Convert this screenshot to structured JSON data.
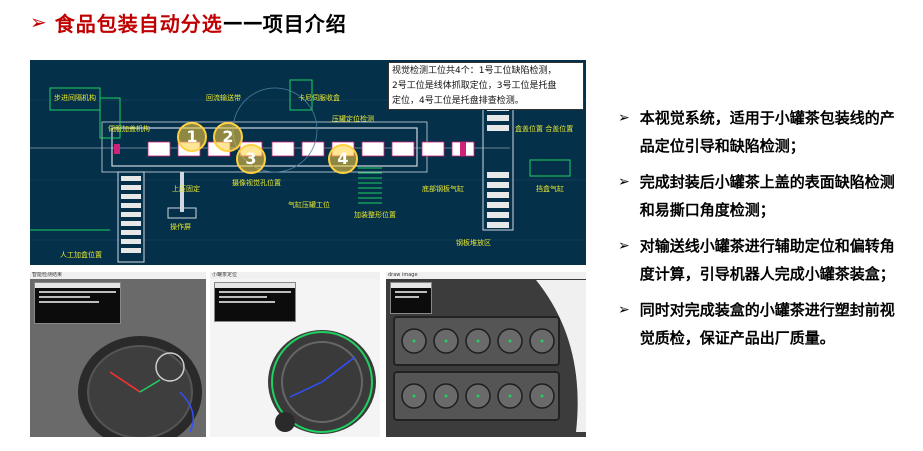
{
  "title": {
    "arrow": "➢",
    "main": "食品包装自动分选",
    "dash": "——",
    "sub": "项目介绍"
  },
  "schematic": {
    "callout_lines": [
      "视觉检测工位共4个：1号工位缺陷检测，",
      "2号工位是线体抓取定位，3号工位是托盘",
      "定位，4号工位是托盘排查检测。"
    ],
    "stations": [
      "1",
      "2",
      "3",
      "4"
    ],
    "labels": {
      "l1": "步进间隔机构",
      "l2": "回流输送带",
      "l3": "卡尼伺服收盒",
      "l4": "伺服加盖机构",
      "l5": "压罐定位检测",
      "l6": "盒盖位置 合盖位置",
      "l7": "上压固定",
      "l8": "摄像视觉孔位置",
      "l9": "气缸压罐工位",
      "l10": "底部钢板气缸",
      "l11": "挡盒气缸",
      "l12": "加装整形位置",
      "l13": "操作屏",
      "l14": "钢板堆放区",
      "l15": "人工加盒位置"
    },
    "colors": {
      "background": "#05304a",
      "line": "#cfd8e0",
      "accent": "#ffd040",
      "green": "#20d060"
    }
  },
  "screenshots": [
    {
      "title": "智能检测结果"
    },
    {
      "title": "小罐茶定位"
    },
    {
      "title": "draw image"
    }
  ],
  "bullets": [
    {
      "marker": "➢",
      "text": "本视觉系统，适用于小罐茶包装线的产品定位引导和缺陷检测；"
    },
    {
      "marker": "➢",
      "text": "完成封装后小罐茶上盖的表面缺陷检测和易撕口角度检测；"
    },
    {
      "marker": "➢",
      "text": "对输送线小罐茶进行辅助定位和偏转角度计算，引导机器人完成小罐茶装盒；"
    },
    {
      "marker": "➢",
      "text": "同时对完成装盒的小罐茶进行塑封前视觉质检，保证产品出厂质量。"
    }
  ]
}
